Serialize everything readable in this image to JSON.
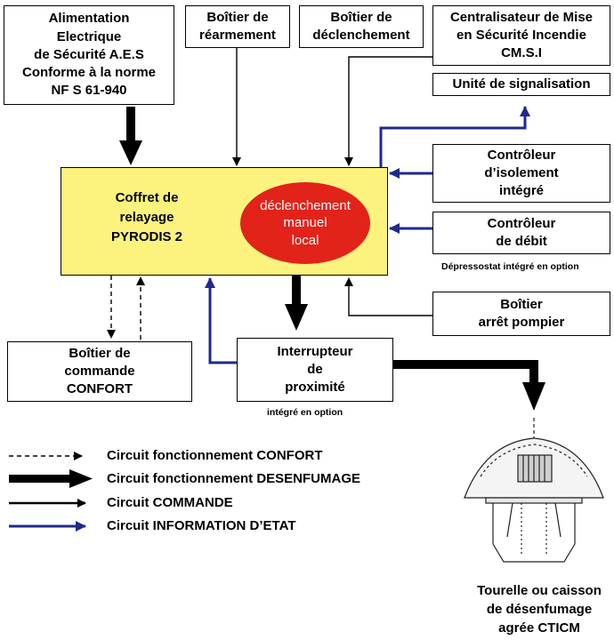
{
  "boxes": {
    "aes": "Alimentation\nElectrique\nde Sécurité A.E.S\nConforme à la norme\nNF S 61-940",
    "rearmement": "Boîtier de\nréarmement",
    "declenchement": "Boîtier de\ndéclenchement",
    "cmsi": "Centralisateur de Mise\nen Sécurité Incendie\nCM.S.I",
    "signalisation": "Unité de signalisation",
    "isolement": "Contrôleur\nd’isolement\nintégré",
    "debit": "Contrôleur\nde débit",
    "pompier": "Boîtier\narrêt pompier",
    "confort": "Boîtier de\ncommande\nCONFORT",
    "interrupteur": "Interrupteur\nde\nproximité"
  },
  "main": {
    "label": "Coffret de\nrelayage\nPYRODIS 2",
    "oval": "déclenchement\nmanuel\nlocal"
  },
  "notes": {
    "depressostat": "Dépressostat intégré en option",
    "integre": "intégré en option"
  },
  "legend": [
    {
      "label": "Circuit fonctionnement CONFORT"
    },
    {
      "label": "Circuit fonctionnement DESENFUMAGE"
    },
    {
      "label": "Circuit COMMANDE"
    },
    {
      "label": "Circuit INFORMATION D’ETAT"
    }
  ],
  "caption": "Tourelle ou caisson\nde désenfumage\nagrée CTICM",
  "colors": {
    "main_box": "#fbf37d",
    "oval": "#e2231a",
    "info_line": "#1f2a8c"
  }
}
